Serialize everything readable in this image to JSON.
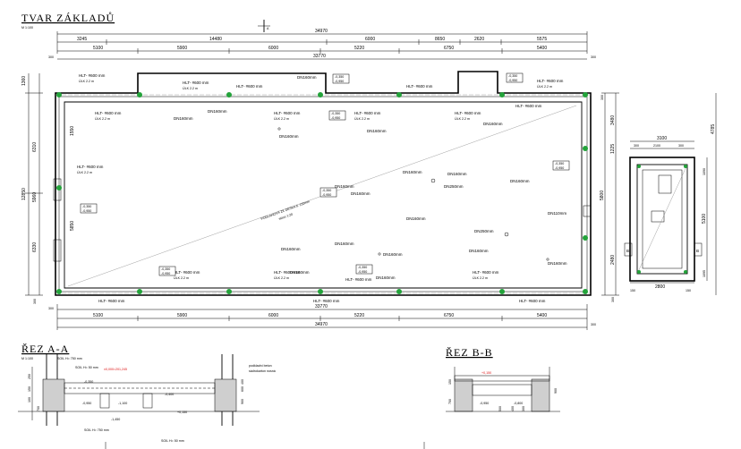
{
  "title": "TVAR ZÁKLADŮ",
  "scale": "M 1:100",
  "section_a": {
    "title": "ŘEZ A-A",
    "scale": "M 1:100"
  },
  "section_b": {
    "title": "ŘEZ B-B"
  },
  "top_dims": {
    "overall": "34970",
    "row1": [
      "3245",
      "14480",
      "6000",
      "8650",
      "2620",
      "5575"
    ],
    "row2": [
      "5100",
      "5900",
      "6000",
      "5220",
      "6750",
      "5400"
    ],
    "inner": "33770",
    "end_left": "300",
    "end_right": "300"
  },
  "bottom_dims": {
    "inner": "33770",
    "row": [
      "5100",
      "5900",
      "6000",
      "5220",
      "6750",
      "5400"
    ],
    "overall": "34970",
    "end_left": "300",
    "end_right": "300"
  },
  "left_dims": [
    "1360",
    "6310",
    "12850",
    "5850",
    "1550",
    "5960",
    "6330",
    "300"
  ],
  "right_dims": [
    "300",
    "3480",
    "1225",
    "5800",
    "4785",
    "2480",
    "300"
  ],
  "side_detail": {
    "dims": [
      "3100",
      "300",
      "2100",
      "300",
      "2800",
      "300",
      "150",
      "150",
      "5100",
      "1090",
      "1095",
      "4785"
    ]
  },
  "pipe_label": "DN160mm",
  "pipe_labels_special": [
    "DN250mm",
    "DN110mm"
  ],
  "pile_label": "HLT- #600 mm",
  "pile_sub": "ÚLK 2.2 m",
  "level_values": [
    "-0,350",
    "-0,950"
  ],
  "diagonal_note": "PODLAHOVÁ ZK DESKA tl. 150mm",
  "diagonal_note2": "sklon 1:20",
  "section_labels": [
    "A",
    "B"
  ],
  "section_a_notes": [
    "SOIL H= 750 mm",
    "SOIL H= 50 mm",
    "podkladní beton",
    "sádrokarton nosná",
    "±0,000=201,245"
  ],
  "section_a_levels": [
    "-0,350",
    "-0,950",
    "-1,100",
    "-0,400",
    "-1,450",
    "+0,150"
  ],
  "section_b_levels": [
    "+0,150",
    "-0,950",
    "-0,800"
  ],
  "section_b_dims": [
    "500",
    "400",
    "300",
    "900",
    "150",
    "700"
  ],
  "section_a_dims": [
    "250",
    "150",
    "100",
    "700",
    "900",
    "600",
    "400"
  ]
}
